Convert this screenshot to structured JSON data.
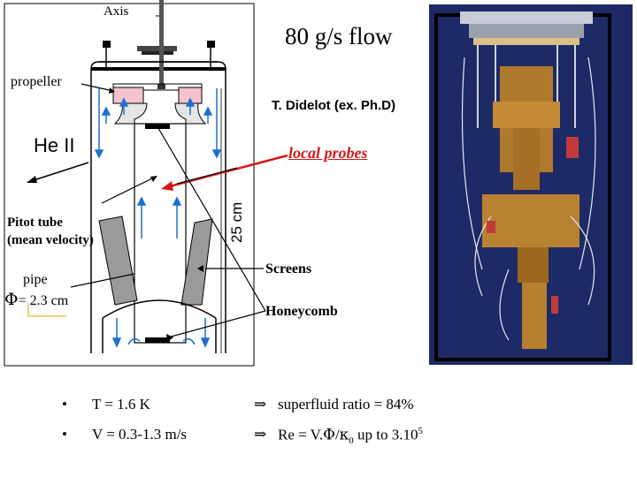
{
  "title": "80 g/s flow",
  "credit": "T. Didelot (ex. Ph.D)",
  "labels": {
    "axis": "Axis",
    "propeller": "propeller",
    "he2": "He II",
    "pitot_line1": "Pitot tube",
    "pitot_line2": "(mean velocity)",
    "pipe": "pipe",
    "pipe_dia": "= 2.3 cm",
    "pipe_phi": "Φ",
    "height": "25 cm",
    "local_probes": "local probes",
    "screens": "Screens",
    "honeycomb": "Honeycomb"
  },
  "bullets": [
    {
      "marker": "•",
      "left": "T = 1.6 K",
      "arrow": "⇒",
      "right": "superfluid ratio = 84%"
    },
    {
      "marker": "•",
      "left": "V = 0.3-1.3 m/s",
      "arrow": "⇒",
      "right_pre": "Re = V.",
      "right_phi": "Φ",
      "right_slash": "/",
      "right_kappa": "κ",
      "right_sub": "0",
      "right_post": " up to 3.10",
      "right_sup": "5"
    }
  ],
  "colors": {
    "probe_arrow": "#d11a1a",
    "flow_arrows": "#1f6fd1",
    "propeller_pink": "#f4c3cf",
    "screens_gray": "#9a9a9a",
    "photo_bg": "#1d2a66",
    "pipe_bracket": "#e8d27a"
  }
}
